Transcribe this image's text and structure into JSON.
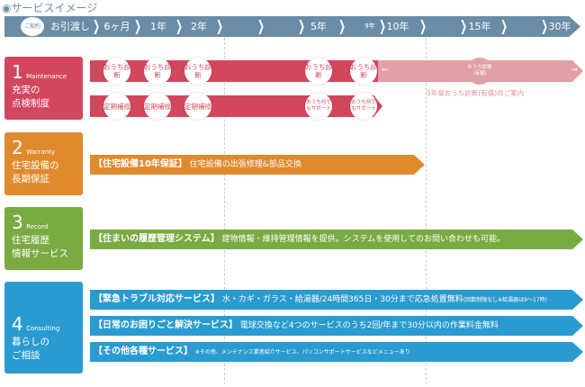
{
  "title": "◉サービスイメージ",
  "colors": {
    "timeline": "#6a8ca6",
    "maintenance": "#d2475e",
    "maintenance_light": "#e0a0a6",
    "warranty": "#e08a2e",
    "record": "#7aab43",
    "consulting": "#2a9bd0"
  },
  "timeline": {
    "contract": "ご契約",
    "labels": [
      "お引渡し",
      "6ヶ月",
      "1年",
      "2年",
      "5年",
      "9年",
      "10年",
      "15年",
      "30年"
    ]
  },
  "maintenance": {
    "num": "1",
    "en": "Maintenance",
    "title1": "充実の",
    "title2": "点検制度",
    "check": "おうち診断",
    "repair": "定期補修",
    "support": "おうち何でもサポート",
    "paid": "おうち診断(有償)",
    "note": "5年毎おうち診断(有償)のご案内"
  },
  "warranty": {
    "num": "2",
    "en": "Warranty",
    "title1": "住宅設備の",
    "title2": "長期保証",
    "bar_head": "【住宅設備10年保証】",
    "bar_text": "住宅設備の出張修理&部品交換"
  },
  "record": {
    "num": "3",
    "en": "Record",
    "title1": "住宅履歴",
    "title2": "情報サービス",
    "bar_head": "【住まいの履歴管理システム】",
    "bar_text": "建物情報・維持管理情報を提供。システムを使用してのお問い合わせも可能。"
  },
  "consulting": {
    "num": "4",
    "en": "Consulting",
    "title1": "暮らしの",
    "title2": "ご相談",
    "bars": [
      {
        "head": "【緊急トラブル対応サービス】",
        "text": "水・カギ・ガラス・給湯器/24時間365日・30分まで応急処置無料",
        "note": "(回数制限なし※給湯器は9〜17時)"
      },
      {
        "head": "【日常のお困りごと解決サービス】",
        "text": "電球交換など4つのサービスのうち2回/年まで30分以内の作業料金無料",
        "note": ""
      },
      {
        "head": "【その他各種サービス】",
        "text": "",
        "note": "※その他、メンテナンス業者紹介サービス、パソコンサポートサービスなどメニューあり"
      }
    ]
  }
}
